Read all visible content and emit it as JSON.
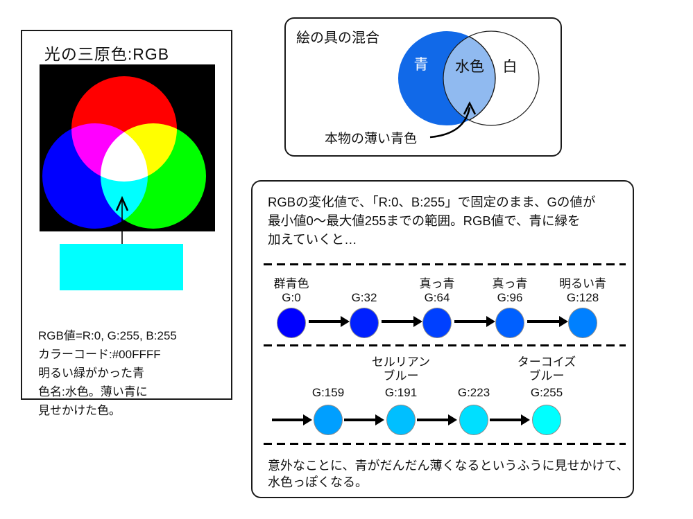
{
  "panel_rgb_light": {
    "title": "光の三原色:RGB",
    "caption_lines": [
      "RGB値=R:0, G:255, B:255",
      "カラーコード:#00FFFF",
      "明るい緑がかった青",
      "色名:水色。薄い青に",
      "見せかけた色。"
    ],
    "colors": {
      "background": "#000000",
      "red": "#FF0000",
      "green": "#00FF00",
      "blue": "#0000FF",
      "swatch": "#00FFFF"
    }
  },
  "panel_paint_mix": {
    "title": "絵の具の混合",
    "blue_label": "青",
    "overlap_label": "水色",
    "white_label": "白",
    "annotation": "本物の薄い青色",
    "colors": {
      "blue_circle": "#1169E8",
      "overlap": "#90BAF0",
      "white_circle": "#FFFFFF",
      "outline": "#1a1a1a"
    }
  },
  "panel_gradient": {
    "intro_lines": [
      "RGBの変化値で、「R:0、B:255」で固定のまま、Gの値が",
      "最小値0〜最大値255までの範囲。RGB値で、青に緑を",
      "加えていくと…"
    ],
    "row1": {
      "items": [
        {
          "name": "群青色",
          "g_label": "G:0",
          "color": "#0000FF"
        },
        {
          "name": "",
          "g_label": "G:32",
          "color": "#0020FF"
        },
        {
          "name": "真っ青",
          "g_label": "G:64",
          "color": "#0040FF"
        },
        {
          "name": "真っ青",
          "g_label": "G:96",
          "color": "#0060FF"
        },
        {
          "name": "明るい青",
          "g_label": "G:128",
          "color": "#0080FF"
        }
      ]
    },
    "row2": {
      "items": [
        {
          "name_line1": "",
          "name_line2": "",
          "g_label": "G:159",
          "color": "#009FFF"
        },
        {
          "name_line1": "セルリアン",
          "name_line2": "ブルー",
          "g_label": "G:191",
          "color": "#00BFFF"
        },
        {
          "name_line1": "",
          "name_line2": "",
          "g_label": "G:223",
          "color": "#00DFFF"
        },
        {
          "name_line1": "ターコイズ",
          "name_line2": "ブルー",
          "g_label": "G:255",
          "color": "#00FFFF"
        }
      ]
    },
    "conclusion_lines": [
      "意外なことに、青がだんだん薄くなるというふうに見せかけて、",
      "水色っぽくなる。"
    ]
  }
}
